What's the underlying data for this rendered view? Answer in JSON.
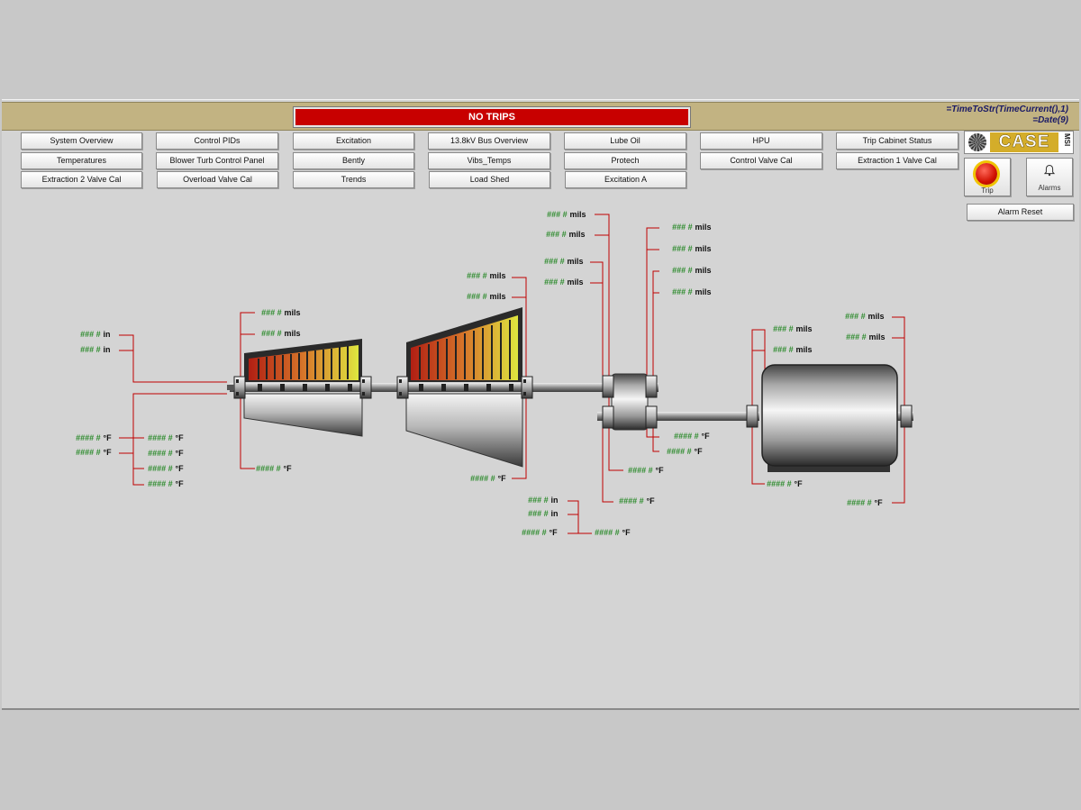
{
  "banner": {
    "text": "NO TRIPS"
  },
  "header": {
    "expr_time": "=TimeToStr(TimeCurrent(),1)",
    "expr_date": "=Date(9)"
  },
  "nav": [
    "System Overview",
    "Control PIDs",
    "Excitation",
    "13.8kV Bus Overview",
    "Lube Oil",
    "HPU",
    "Trip Cabinet Status",
    "Temperatures",
    "Blower Turb Control Panel",
    "Bently",
    "Vibs_Temps",
    "Protech",
    "Control Valve Cal",
    "Extraction 1 Valve Cal",
    "Extraction 2 Valve Cal",
    "Overload Valve Cal",
    "Trends",
    "Load Shed",
    "Excitation A"
  ],
  "logo": {
    "text": "CASE",
    "sub": "MSI"
  },
  "controls": {
    "trip_label": "Trip",
    "alarms_label": "Alarms",
    "alarm_reset_label": "Alarm Reset"
  },
  "icons": {
    "logo_gear": "gear-icon",
    "trip": "trip-button-icon",
    "alarms": "bell-icon"
  },
  "colors": {
    "header": "#c2b382",
    "banner": "#c80000",
    "value_green": "#2a8a2a",
    "leader_red": "#c00000"
  },
  "readings": [
    {
      "value": "### #",
      "unit": "in"
    },
    {
      "value": "### #",
      "unit": "in"
    },
    {
      "value": "#### #",
      "unit": "°F"
    },
    {
      "value": "#### #",
      "unit": "°F"
    },
    {
      "value": "#### #",
      "unit": "°F"
    },
    {
      "value": "#### #",
      "unit": "°F"
    },
    {
      "value": "#### #",
      "unit": "°F"
    },
    {
      "value": "#### #",
      "unit": "°F"
    },
    {
      "value": "### #",
      "unit": "mils"
    },
    {
      "value": "### #",
      "unit": "mils"
    },
    {
      "value": "#### #",
      "unit": "°F"
    },
    {
      "value": "### #",
      "unit": "mils"
    },
    {
      "value": "### #",
      "unit": "mils"
    },
    {
      "value": "#### #",
      "unit": "°F"
    },
    {
      "value": "### #",
      "unit": "mils"
    },
    {
      "value": "### #",
      "unit": "mils"
    },
    {
      "value": "### #",
      "unit": "mils"
    },
    {
      "value": "### #",
      "unit": "mils"
    },
    {
      "value": "### #",
      "unit": "mils"
    },
    {
      "value": "### #",
      "unit": "mils"
    },
    {
      "value": "### #",
      "unit": "mils"
    },
    {
      "value": "### #",
      "unit": "mils"
    },
    {
      "value": "#### #",
      "unit": "°F"
    },
    {
      "value": "#### #",
      "unit": "°F"
    },
    {
      "value": "#### #",
      "unit": "°F"
    },
    {
      "value": "#### #",
      "unit": "°F"
    },
    {
      "value": "### #",
      "unit": "in"
    },
    {
      "value": "### #",
      "unit": "in"
    },
    {
      "value": "#### #",
      "unit": "°F"
    },
    {
      "value": "#### #",
      "unit": "°F"
    },
    {
      "value": "### #",
      "unit": "mils"
    },
    {
      "value": "### #",
      "unit": "mils"
    },
    {
      "value": "### #",
      "unit": "mils"
    },
    {
      "value": "### #",
      "unit": "mils"
    },
    {
      "value": "#### #",
      "unit": "°F"
    },
    {
      "value": "#### #",
      "unit": "°F"
    }
  ]
}
